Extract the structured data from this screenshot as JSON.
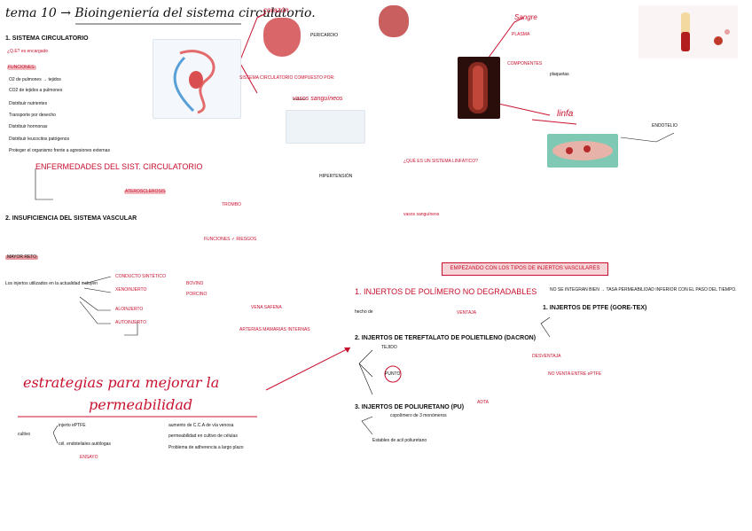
{
  "title": "tema 10 → Bioingeniería del sistema circulatorio.",
  "intro": {
    "sistema_circulatorio": "1. SISTEMA CIRCULATORIO",
    "que_es": "¿Q.E? es encargado",
    "funciones_label": "FUNCIONES:",
    "f1": "O2 de pulmones → tejidos",
    "f2": "CO2 de tejidos a pulmones",
    "f3": "Distribuir nutrientes",
    "f4": "Transporte por desecho",
    "f5": "Distribuir hormonas",
    "f6": "Distribuir leucocitos patógenos",
    "f7": "Proteger el organismo frente a agresiones externas"
  },
  "corazon": {
    "label": "corazón",
    "vasos": "vasos sanguíneos",
    "pericardio": "PERICARDIO",
    "sangre": "sangre",
    "linfa": "linfa",
    "sistema_circ": "SISTEMA CIRCULATORIO COMPUESTO POR:"
  },
  "enfermedades": {
    "title": "ENFERMEDADES DEL SIST. CIRCULATORIO",
    "aterosclerosis": "ATEROSCLEROSIS",
    "hipertension": "HIPERTENSIÓN",
    "trombo": "TROMBO",
    "insuficiencia": "2. INSUFICIENCIA DEL SISTEMA VASCULAR",
    "funciones_ok": "FUNCIONES ✓ RIESGOS",
    "mayor_reto": "MAYOR RETO",
    "conducto": "CONDUCTO SINTÉTICO",
    "xenoinjerto": "XENOINJERTO",
    "alloinjerto": "ALOINJERTO",
    "autoinjerto": "AUTOINJERTO",
    "bovino": "BOVINO",
    "porcino": "PORCINO",
    "vena_safena": "VENA SAFENA",
    "arterias": "ARTERIAS MAMARIAS INTERNAS",
    "injertos_utilizados": "Los injertos utilizados en la actualidad incluyen"
  },
  "estrategias": {
    "title1": "estrategias para mejorar la",
    "title2": "permeabilidad",
    "cultivo": "cultivo",
    "injerto": "injerto ePTFE",
    "celulas": "cél. endoteliales autólogas",
    "ensayo": "ENSAYO",
    "p1": "aumento de C.C.A de vía venosa",
    "p2": "permeabilidad en cultivo de células",
    "p3": "Problema de adherencia a largo plazo"
  },
  "sangre_section": {
    "sangre": "Sangre",
    "plasma": "PLASMA",
    "componentes": "COMPONENTES",
    "plaquetas": "plaquetas"
  },
  "linfa_section": {
    "linfa": "linfa",
    "que_es_linfatico": "¿QUÉ ES UN SISTEMA LINFÁTICO?",
    "endotelio": "ENDOTELIO",
    "vasos_sanguineos": "vasos sanguíneos"
  },
  "injertos": {
    "banner": "EMPEZANDO CON LOS TIPOS DE INJERTOS VASCULARES",
    "i1": "1. INJERTOS DE POLÍMERO NO DEGRADABLES",
    "i1_note": "NO SE INTEGRAN BIEN → TASA PERMEABILIDAD INFERIOR CON EL PASO DEL TIEMPO.",
    "a": "1. INJERTOS DE PTFE (GORE-TEX)",
    "b": "2. INJERTOS DE TEREFTALATO DE POLIETILENO (DACRON)",
    "c": "3. INJERTOS DE POLIURETANO (PU)",
    "hecho": "hecho de",
    "ventaja": "VENTAJA",
    "desventaja": "DESVENTAJA",
    "no_venta": "NO VENTA ENTRE ePTFE",
    "tejido": "TEJIDO",
    "punto": "PUNTO",
    "adta": "ADTA",
    "copolimero": "copolímero de 3 monómeros",
    "estables": "Estables de acil poliuretano"
  }
}
